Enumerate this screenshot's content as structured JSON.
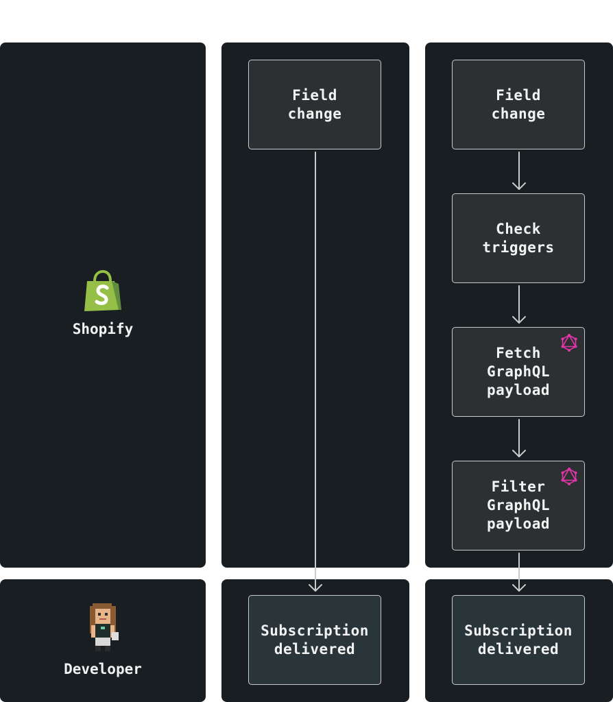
{
  "actors": {
    "shopify": {
      "label": "Shopify",
      "icon": "shopify-bag-icon"
    },
    "developer": {
      "label": "Developer",
      "icon": "developer-avatar-icon"
    }
  },
  "middle_column": {
    "source_box": "Field\nchange",
    "target_box": "Subscription\ndelivered"
  },
  "right_column": {
    "steps": [
      {
        "label": "Field\nchange"
      },
      {
        "label": "Check\ntriggers"
      },
      {
        "label": "Fetch\nGraphQL\npayload",
        "icon": "graphql-icon"
      },
      {
        "label": "Filter\nGraphQL\npayload",
        "icon": "graphql-icon"
      }
    ],
    "target_box": "Subscription\ndelivered"
  },
  "colors": {
    "panel": "#181e21",
    "box": "#2d3032",
    "delivered_box": "#2a353a",
    "border": "#c9cccd",
    "graphql_accent": "#e535ab",
    "shopify_green": "#95bf47"
  }
}
